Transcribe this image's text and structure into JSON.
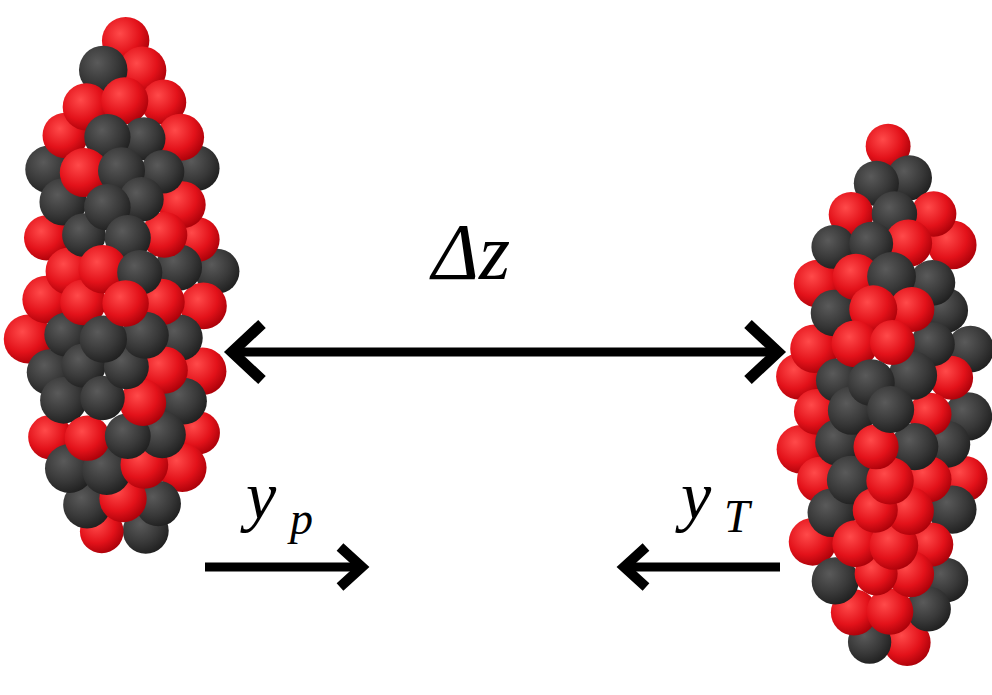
{
  "diagram": {
    "labels": [
      "Δz",
      "y",
      "p",
      "y",
      "T"
    ]
  }
}
